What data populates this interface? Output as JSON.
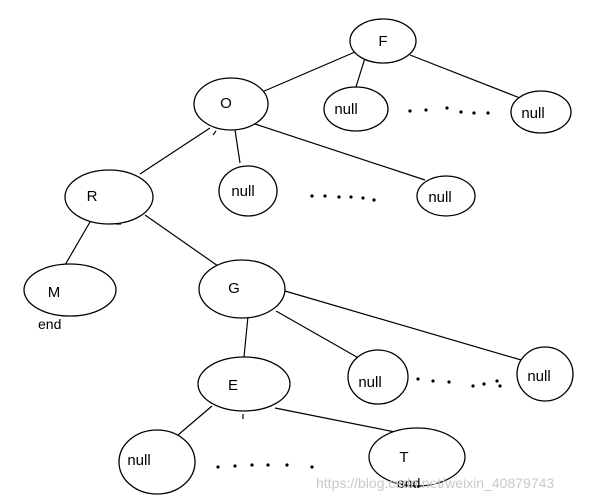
{
  "nodes": {
    "F": "F",
    "O": "O",
    "R": "R",
    "M": "M",
    "G": "G",
    "E": "E",
    "T": "T",
    "null": "null"
  },
  "end_marker": "end",
  "watermark": "https://blog.csdn.net/weixin_40879743",
  "edges": [
    [
      "F",
      "O"
    ],
    [
      "F",
      "null-f1"
    ],
    [
      "F",
      "null-f2"
    ],
    [
      "O",
      "R"
    ],
    [
      "O",
      "null-o1"
    ],
    [
      "O",
      "null-o2"
    ],
    [
      "R",
      "M"
    ],
    [
      "R",
      "G"
    ],
    [
      "G",
      "E"
    ],
    [
      "G",
      "null-g1"
    ],
    [
      "G",
      "null-g2"
    ],
    [
      "E",
      "null-e1"
    ],
    [
      "E",
      "T"
    ]
  ]
}
